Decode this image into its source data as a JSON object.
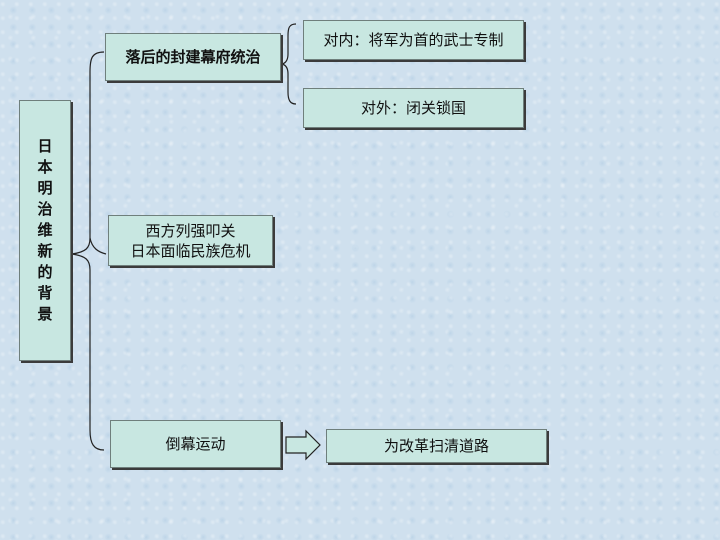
{
  "diagram": {
    "root": {
      "characters": [
        "日",
        "本",
        "明",
        "治",
        "维",
        "新",
        "的",
        "背",
        "景"
      ]
    },
    "branches": {
      "feudal_rule": "落后的封建幕府统治",
      "western_pressure": {
        "lines": [
          "西方列强叩关",
          "日本面临民族危机"
        ]
      },
      "shogunate_overthrow": "倒幕运动"
    },
    "leaves": {
      "domestic": "对内：将军为首的武士专制",
      "foreign": "对外：闭关锁国",
      "result": "为改革扫清道路"
    },
    "colors": {
      "box_fill": "#c8e7e1",
      "box_border": "#6f7f7c",
      "line": "#222222",
      "arrow_fill": "#c8e7e1"
    }
  }
}
